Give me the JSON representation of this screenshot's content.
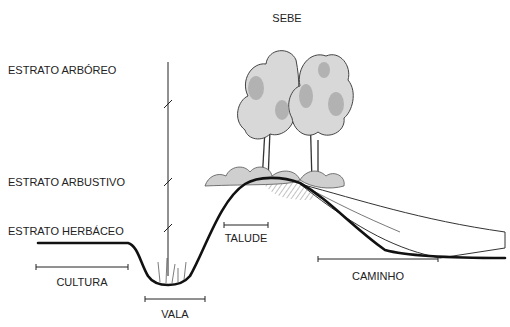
{
  "diagram": {
    "labels": [
      "SEBE",
      "ESTRATO ARBÓREO",
      "ESTRATO ARBUSTIVO",
      "ESTRATO HERBÁCEO",
      "CULTURA",
      "VALA",
      "TALUDE",
      "CAMINHO"
    ]
  }
}
